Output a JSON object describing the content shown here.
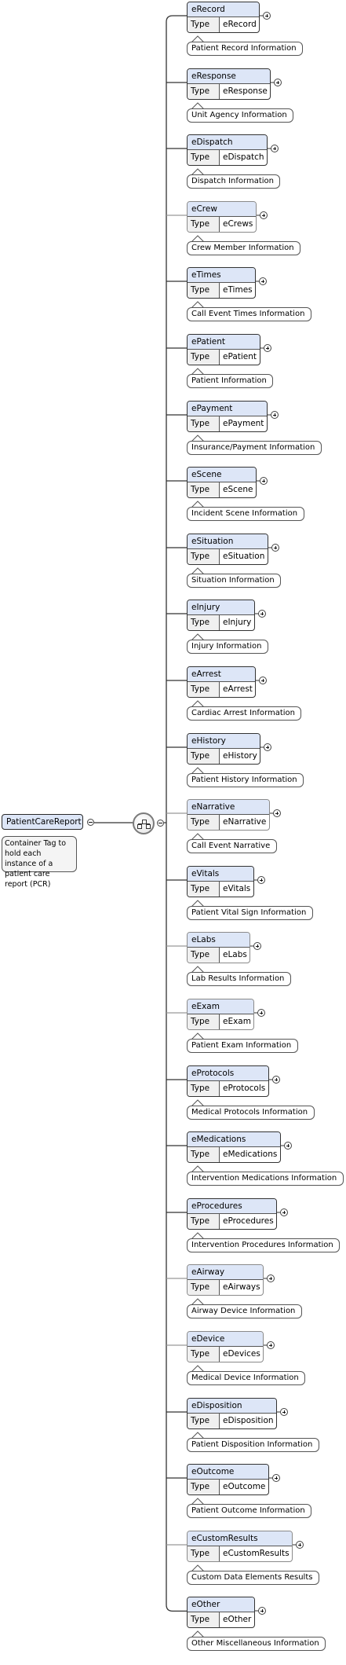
{
  "root": {
    "name": "PatientCareReport",
    "description": "Container Tag to hold each instance of a patient care report (PCR)"
  },
  "type_label": "Type",
  "children": [
    {
      "name": "eRecord",
      "type": "eRecord",
      "doc": "Patient Record Information"
    },
    {
      "name": "eResponse",
      "type": "eResponse",
      "doc": "Unit Agency Information"
    },
    {
      "name": "eDispatch",
      "type": "eDispatch",
      "doc": "Dispatch Information"
    },
    {
      "name": "eCrew",
      "type": "eCrews",
      "doc": "Crew Member Information",
      "optional": true
    },
    {
      "name": "eTimes",
      "type": "eTimes",
      "doc": "Call Event Times Information"
    },
    {
      "name": "ePatient",
      "type": "ePatient",
      "doc": "Patient Information"
    },
    {
      "name": "ePayment",
      "type": "ePayment",
      "doc": "Insurance/Payment Information"
    },
    {
      "name": "eScene",
      "type": "eScene",
      "doc": "Incident Scene Information"
    },
    {
      "name": "eSituation",
      "type": "eSituation",
      "doc": "Situation Information"
    },
    {
      "name": "eInjury",
      "type": "eInjury",
      "doc": "Injury Information"
    },
    {
      "name": "eArrest",
      "type": "eArrest",
      "doc": "Cardiac Arrest Information"
    },
    {
      "name": "eHistory",
      "type": "eHistory",
      "doc": "Patient History Information"
    },
    {
      "name": "eNarrative",
      "type": "eNarrative",
      "doc": "Call Event Narrative",
      "optional": true
    },
    {
      "name": "eVitals",
      "type": "eVitals",
      "doc": "Patient Vital Sign Information"
    },
    {
      "name": "eLabs",
      "type": "eLabs",
      "doc": "Lab Results Information",
      "optional": true
    },
    {
      "name": "eExam",
      "type": "eExam",
      "doc": "Patient Exam Information",
      "optional": true
    },
    {
      "name": "eProtocols",
      "type": "eProtocols",
      "doc": "Medical Protocols Information"
    },
    {
      "name": "eMedications",
      "type": "eMedications",
      "doc": "Intervention Medications Information"
    },
    {
      "name": "eProcedures",
      "type": "eProcedures",
      "doc": "Intervention Procedures Information"
    },
    {
      "name": "eAirway",
      "type": "eAirways",
      "doc": "Airway Device Information",
      "optional": true
    },
    {
      "name": "eDevice",
      "type": "eDevices",
      "doc": "Medical Device Information",
      "optional": true
    },
    {
      "name": "eDisposition",
      "type": "eDisposition",
      "doc": "Patient Disposition Information"
    },
    {
      "name": "eOutcome",
      "type": "eOutcome",
      "doc": "Patient Outcome Information"
    },
    {
      "name": "eCustomResults",
      "type": "eCustomResults",
      "doc": "Custom Data Elements Results",
      "optional": true
    },
    {
      "name": "eOther",
      "type": "eOther",
      "doc": "Other Miscellaneous Information"
    }
  ]
}
